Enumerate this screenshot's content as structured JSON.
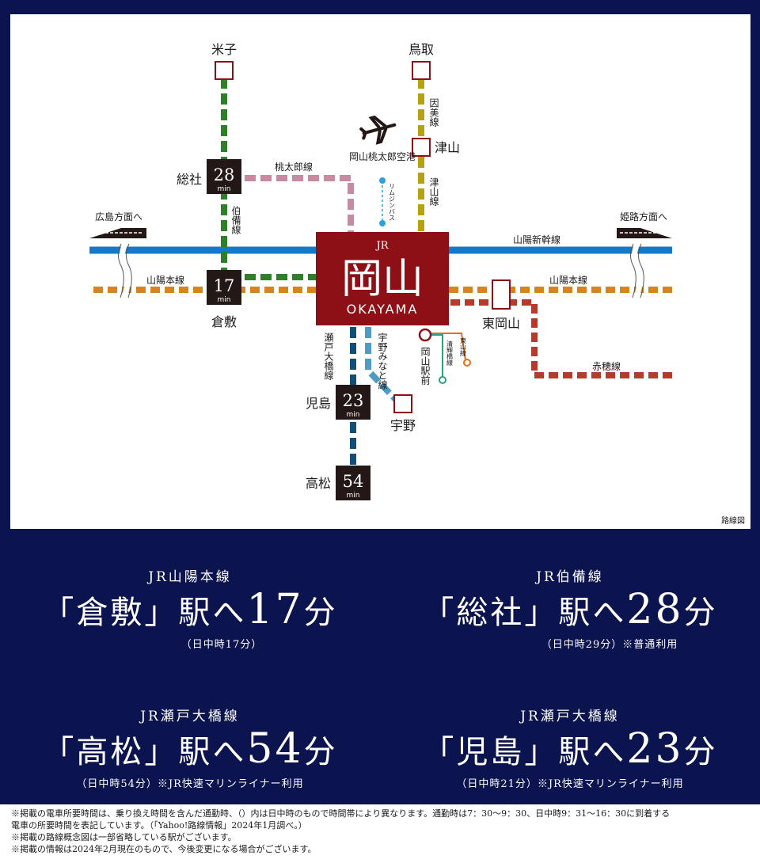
{
  "map": {
    "center": {
      "jr": "JR",
      "name": "岡山",
      "roman": "OKAYAMA"
    },
    "stations": {
      "yonago": "米子",
      "tottori": "鳥取",
      "tsuyama": "津山",
      "soja": "総社",
      "kurashiki": "倉敷",
      "kojima": "児島",
      "takamatsu": "高松",
      "uno": "宇野",
      "higashi_okayama": "東岡山",
      "okayama_ekimae": "岡山駅前"
    },
    "times": {
      "soja": {
        "num": "28",
        "unit": "min"
      },
      "kurashiki": {
        "num": "17",
        "unit": "min"
      },
      "kojima": {
        "num": "23",
        "unit": "min"
      },
      "takamatsu": {
        "num": "54",
        "unit": "min"
      }
    },
    "lines": {
      "inbi": "因美線",
      "tsuyama": "津山線",
      "momotaro": "桃太郎線",
      "hakubi": "伯備線",
      "sanyo_shinkansen": "山陽新幹線",
      "sanyo_left": "山陽本線",
      "sanyo_right": "山陽本線",
      "seto_ohashi": "瀬戸大橋線",
      "uno_minato": "宇野みなと線",
      "ako": "赤穂線",
      "seikibashi": "清輝橋線",
      "higashiyama": "東山線"
    },
    "airport": "岡山桃太郎空港",
    "limousine": "リムジンバス",
    "dir_hiroshima": "広島方面へ",
    "dir_himeji": "姫路方面へ",
    "caption": "路線図"
  },
  "access": [
    {
      "line": "JR山陽本線",
      "pre": "「倉敷」駅へ",
      "num": "17",
      "unit": "分",
      "sub": "（日中時17分）"
    },
    {
      "line": "JR伯備線",
      "pre": "「総社」駅へ",
      "num": "28",
      "unit": "分",
      "sub": "（日中時29分）※普通利用"
    },
    {
      "line": "JR瀬戸大橋線",
      "pre": "「高松」駅へ",
      "num": "54",
      "unit": "分",
      "sub": "（日中時54分）※JR快速マリンライナー利用"
    },
    {
      "line": "JR瀬戸大橋線",
      "pre": "「児島」駅へ",
      "num": "23",
      "unit": "分",
      "sub": "（日中時21分）※JR快速マリンライナー利用"
    }
  ],
  "notes": [
    "※掲載の電車所要時間は、乗り換え時間を含んだ通勤時、（）内は日中時のもので時間帯により異なります。通勤時は7：30〜9：30、日中時9：31〜16：30に到着する",
    "電車の所要時間を表記しています。（「Yahoo!路線情報」2024年1月調べ。）",
    "※掲載の路線概念図は一部省略している駅がございます。",
    "※掲載の情報は2024年2月現在のもので、今後変更になる場合がございます。"
  ],
  "colors": {
    "background": "#0c1450",
    "center": "#8e1017",
    "shinkansen": "#1479c8",
    "sanyo": "#d9831c",
    "hakubi": "#2f7f2a",
    "momotaro": "#c78aa2",
    "tsuyama": "#b5a20e",
    "seto": "#124f78",
    "uno": "#4f9bc4",
    "ako": "#b73a2c",
    "seikibashi": "#2aa080",
    "higashiyama": "#e07020"
  },
  "icons": [
    "airplane-icon",
    "shinkansen-icon"
  ]
}
